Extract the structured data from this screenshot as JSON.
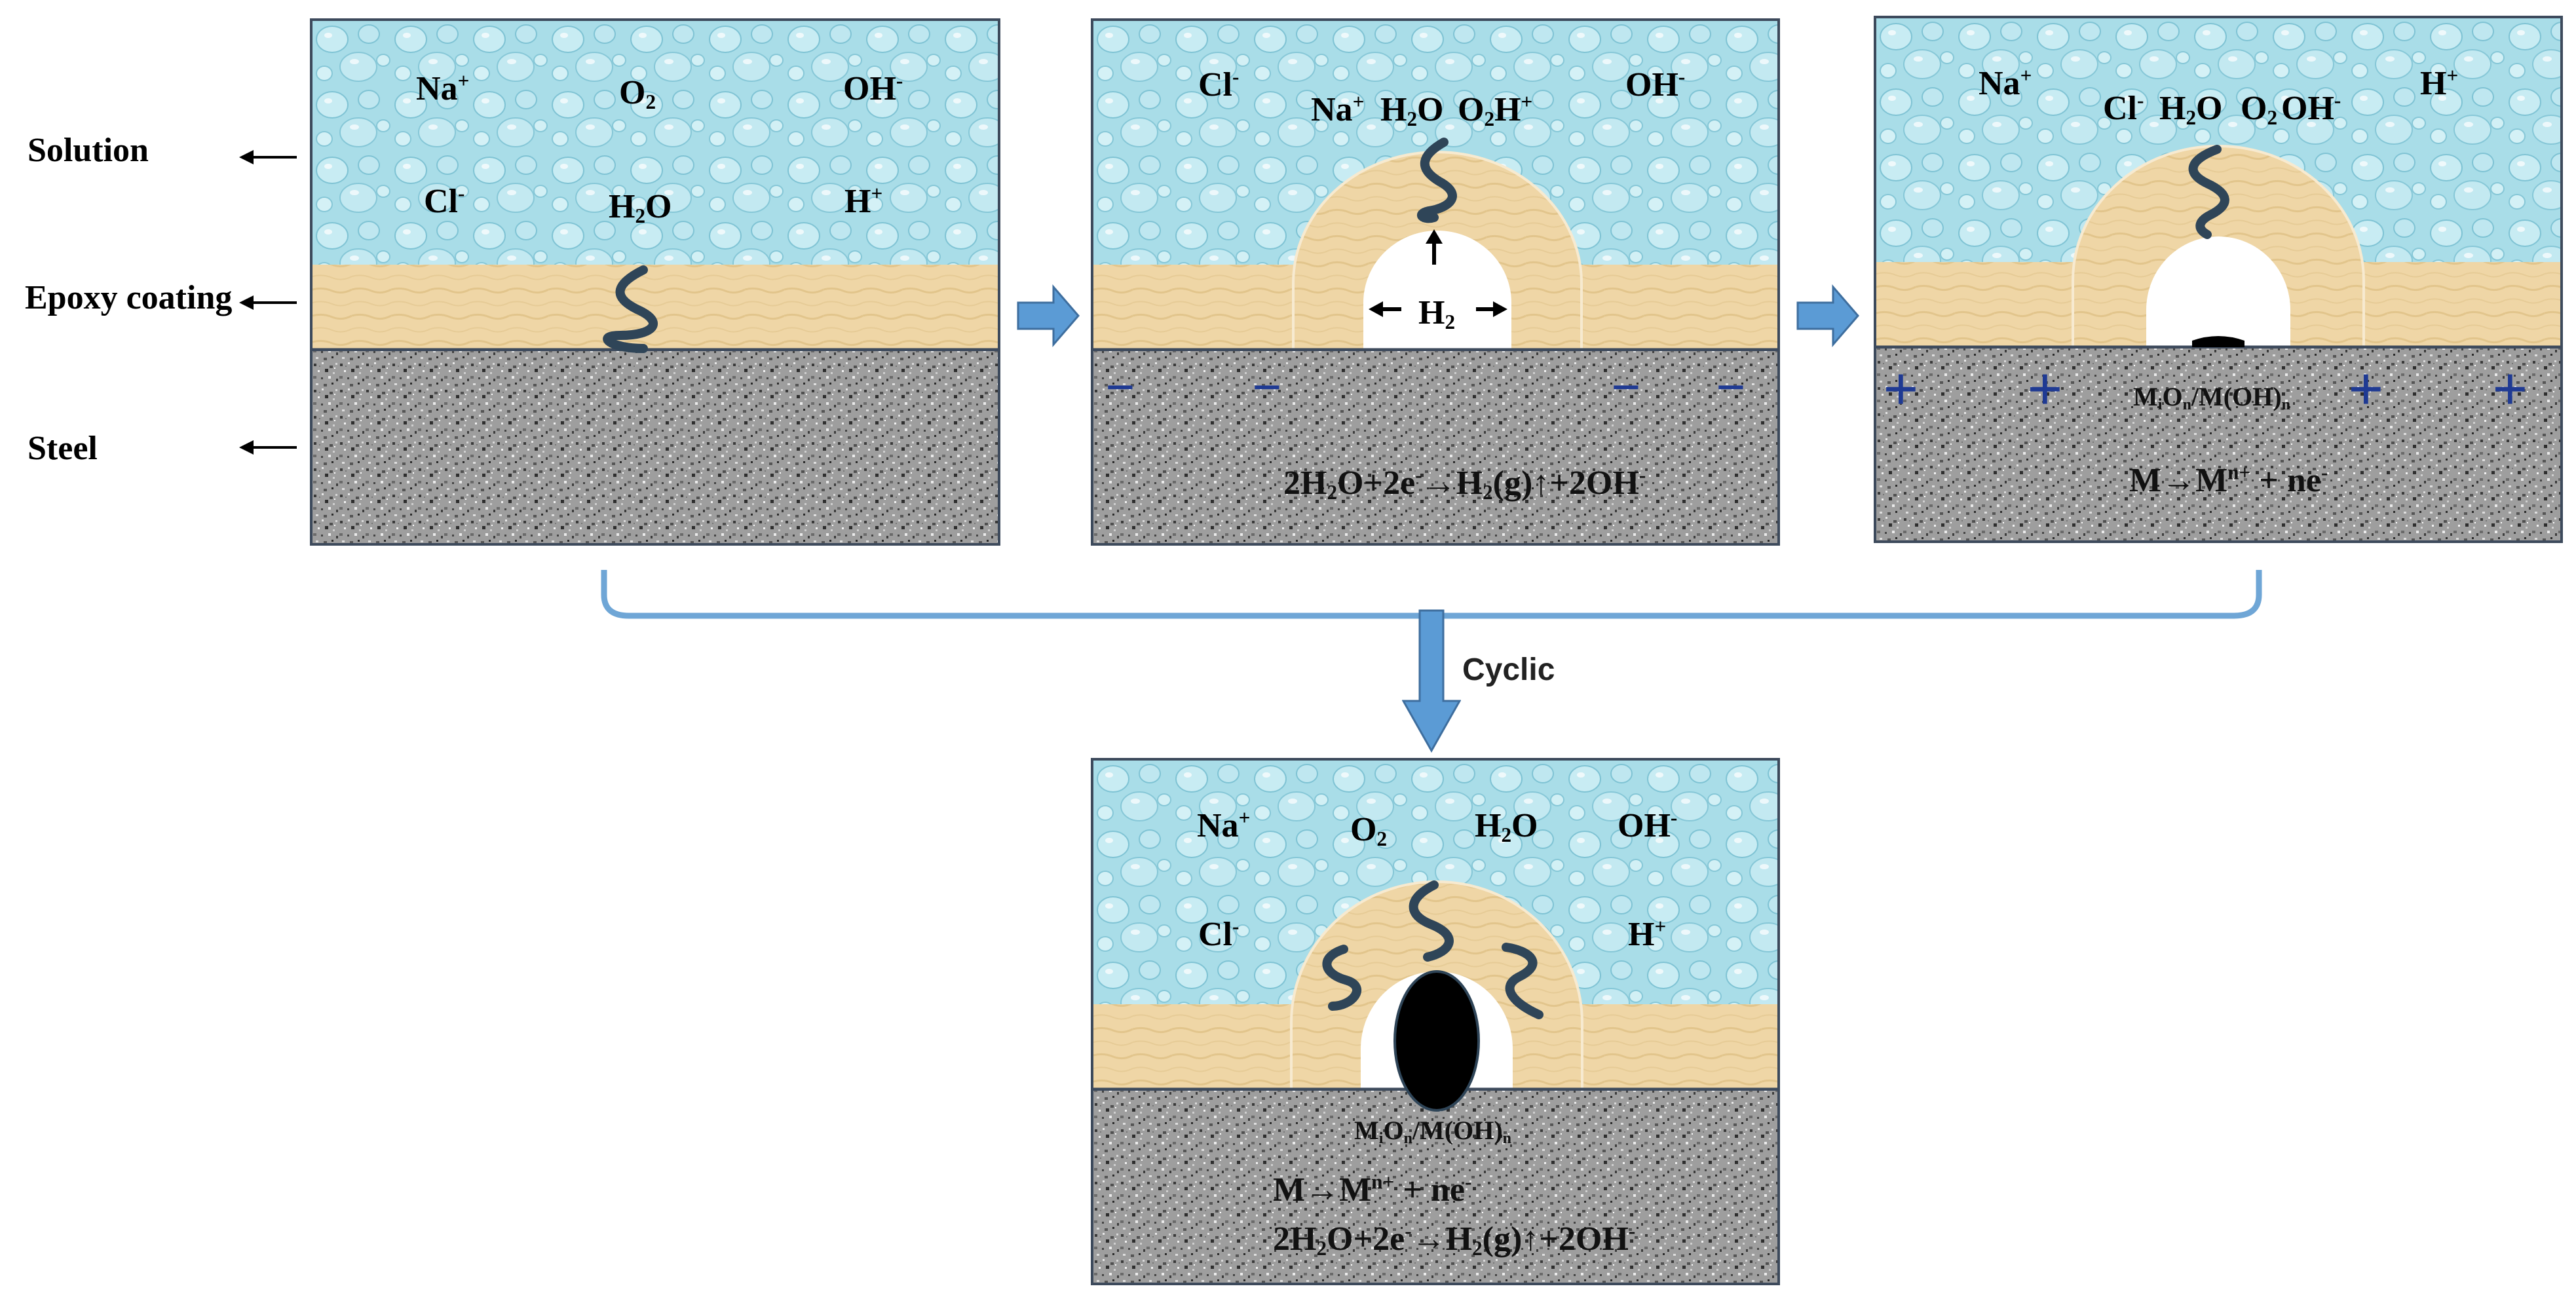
{
  "labels": {
    "solution": "Solution",
    "epoxy": "Epoxy coating",
    "steel": "Steel",
    "cyclic": "Cyclic"
  },
  "panel1": {
    "na": "Na",
    "na_sup": "+",
    "o2": "O",
    "o2_sub": "2",
    "oh": "OH",
    "oh_sup": "-",
    "cl": "Cl",
    "cl_sup": "-",
    "h2o": "H",
    "h2o_sub": "2",
    "h2o_o": "O",
    "h": "H",
    "h_sup": "+"
  },
  "panel2": {
    "cl": "Cl",
    "cl_sup": "-",
    "na": "Na",
    "na_sup": "+",
    "h2o": "H",
    "h2o_sub": "2",
    "h2o_o": "O",
    "o2": "O",
    "o2_sub": "2",
    "h": "H",
    "h_sup": "+",
    "oh": "OH",
    "oh_sup": "-",
    "h2": "H",
    "h2_sub": "2",
    "minus": "−",
    "eq_a": "2H",
    "eq_a_sub": "2",
    "eq_b": "O+2e",
    "eq_b_sup": "-",
    "eq_c": "→H",
    "eq_c_sub": "2",
    "eq_d": "(g)↑+2OH",
    "eq_d_sup": "-"
  },
  "panel3": {
    "na": "Na",
    "na_sup": "+",
    "h": "H",
    "h_sup": "+",
    "cl": "Cl",
    "cl_sup": "-",
    "h2o": "H",
    "h2o_sub": "2",
    "h2o_o": "O",
    "o2": "O",
    "o2_sub": "2",
    "oh": "OH",
    "oh_sup": "-",
    "plus": "+",
    "oxide_a": "M",
    "oxide_a_sub": "i",
    "oxide_b": "O",
    "oxide_b_sub": "n",
    "oxide_c": "/M(OH)",
    "oxide_c_sub": "n",
    "eq_a": "M→M",
    "eq_a_sup": "n+",
    "eq_b": " + ne",
    "eq_b_sup": "-"
  },
  "panel4": {
    "na": "Na",
    "na_sup": "+",
    "o2": "O",
    "o2_sub": "2",
    "h2o": "H",
    "h2o_sub": "2",
    "h2o_o": "O",
    "oh": "OH",
    "oh_sup": "-",
    "cl": "Cl",
    "cl_sup": "-",
    "h": "H",
    "h_sup": "+",
    "oxide_a": "M",
    "oxide_a_sub": "i",
    "oxide_b": "O",
    "oxide_b_sub": "n",
    "oxide_c": "/M(OH)",
    "oxide_c_sub": "n",
    "eq1_a": "M→M",
    "eq1_a_sup": "n+",
    "eq1_b": " + ne",
    "eq1_b_sup": "-",
    "eq2_a": "2H",
    "eq2_a_sub": "2",
    "eq2_b": "O+2e",
    "eq2_b_sup": "-",
    "eq2_c": "→H",
    "eq2_c_sub": "2",
    "eq2_d": "(g)↑+2OH",
    "eq2_d_sup": "-"
  },
  "colors": {
    "solution": "#a9dde8",
    "epoxy": "#efd6a6",
    "steel": "#9a9a9a",
    "frame": "#3d4a5c",
    "flow_arrow": "#5b9bd5",
    "bracket": "#6fa6d6",
    "charge": "#1f3a93",
    "polymer_chain": "#2f4558"
  }
}
